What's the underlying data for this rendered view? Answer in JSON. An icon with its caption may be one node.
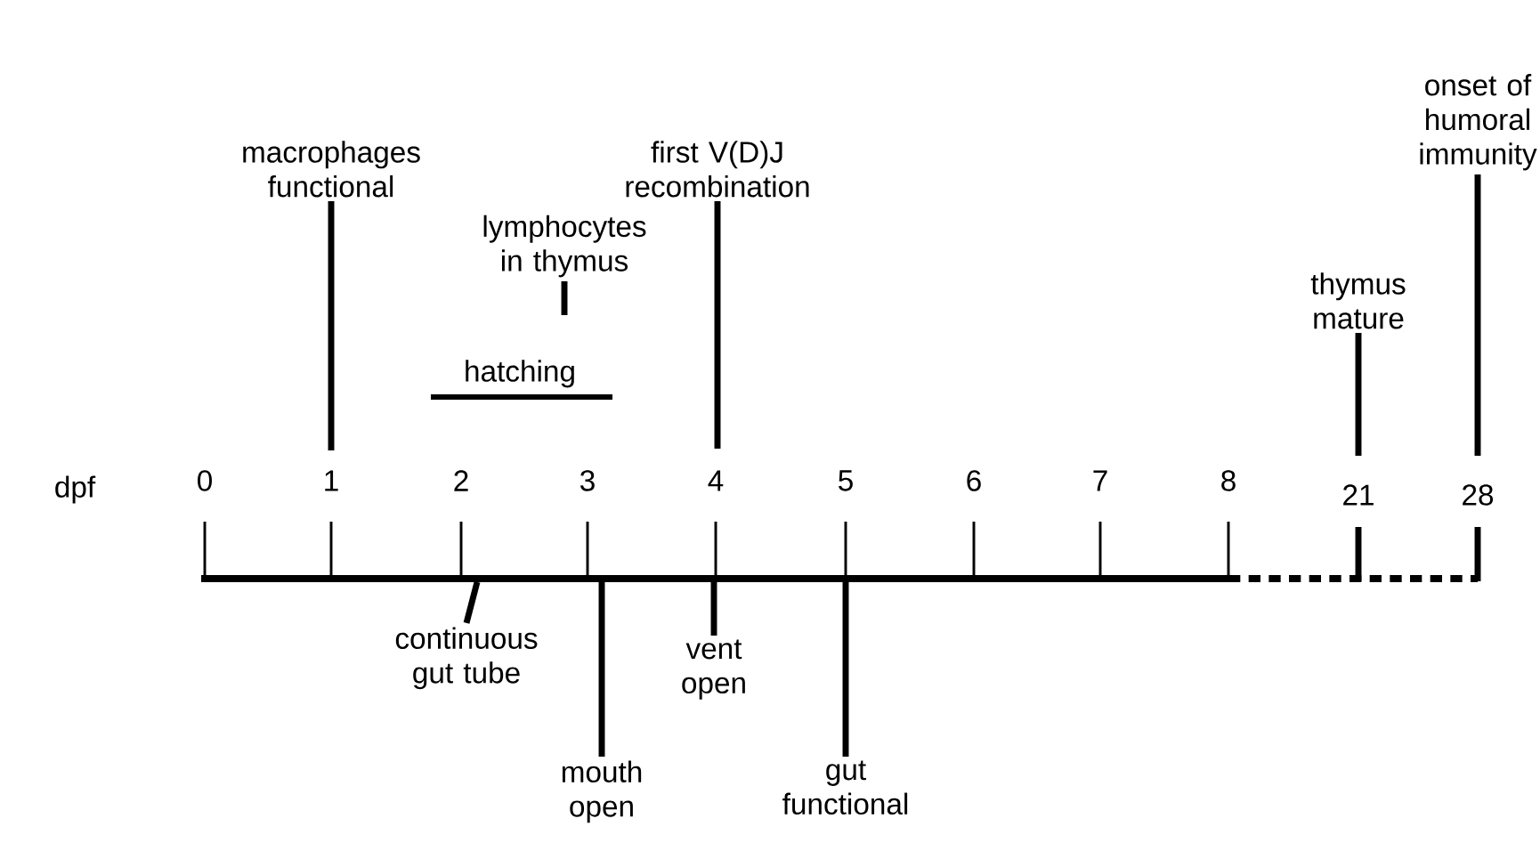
{
  "diagram": {
    "nodes": [
      {
        "text": [
          "macrophages functional"
        ]
      },
      {
        "text": [
          "first V(D)J recombination"
        ]
      },
      {
        "text": [
          "lymphocytes in thymus"
        ]
      },
      {
        "text": [
          "hatching"
        ]
      },
      {
        "text": [
          "thymus mature"
        ]
      },
      {
        "text": [
          "onset of humoral immunity"
        ]
      },
      {
        "text": [
          "continuous gut tube"
        ]
      },
      {
        "text": [
          "mouth open"
        ]
      },
      {
        "text": [
          "vent open"
        ]
      },
      {
        "text": [
          "gut functional"
        ]
      }
    ],
    "edges": [
      {
        "from": 0,
        "to": null,
        "arrow": "none"
      },
      {
        "from": 1,
        "to": null,
        "arrow": "none"
      },
      {
        "from": 2,
        "to": null,
        "arrow": "none"
      },
      {
        "from": 4,
        "to": null,
        "arrow": "none"
      },
      {
        "from": 5,
        "to": null,
        "arrow": "none"
      },
      {
        "from": 6,
        "to": null,
        "arrow": "none"
      },
      {
        "from": 7,
        "to": null,
        "arrow": "none"
      },
      {
        "from": 8,
        "to": null,
        "arrow": "none"
      },
      {
        "from": 9,
        "to": null,
        "arrow": "none"
      }
    ],
    "labels": [
      "dpf",
      "0",
      "1",
      "2",
      "3",
      "4",
      "5",
      "6",
      "7",
      "8",
      "21",
      "28"
    ]
  }
}
